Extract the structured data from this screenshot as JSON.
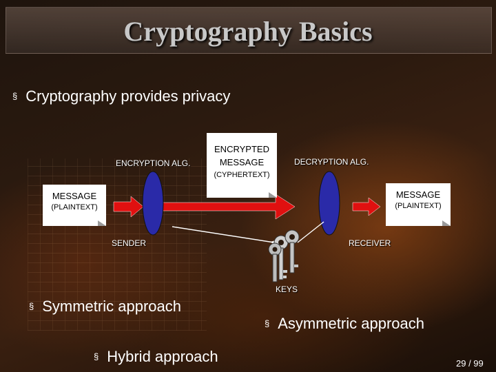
{
  "slide": {
    "title": "Cryptography Basics",
    "bullets": {
      "privacy": "Cryptography provides privacy",
      "symmetric": "Symmetric approach",
      "asymmetric": "Asymmetric approach",
      "hybrid": "Hybrid approach"
    },
    "bullet_marker": "§",
    "page": "29 / 99"
  },
  "diagram": {
    "encryption_alg": "ENCRYPTION ALG.",
    "decryption_alg": "DECRYPTION ALG.",
    "encrypted_message": {
      "line1": "ENCRYPTED",
      "line2": "MESSAGE",
      "sub": "(CYPHERTEXT)"
    },
    "plain_left": {
      "title": "MESSAGE",
      "sub": "(PLAINTEXT)"
    },
    "plain_right": {
      "title": "MESSAGE",
      "sub": "(PLAINTEXT)"
    },
    "sender": "SENDER",
    "receiver": "RECEIVER",
    "keys": "KEYS"
  },
  "colors": {
    "arrow_red": "#e01010",
    "ellipse_blue": "#2a2aa8",
    "title_gray": "#c8c8c8"
  }
}
